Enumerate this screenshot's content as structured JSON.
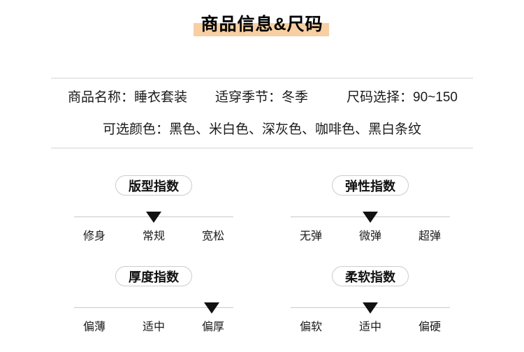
{
  "header": {
    "title": "商品信息&尺码",
    "highlight_color": "#F7CFA2"
  },
  "info": {
    "fields": [
      "商品名称：睡衣套装",
      "适穿季节：冬季",
      "尺码选择：90~150"
    ],
    "colors_line": "可选颜色：黑色、米白色、深灰色、咖啡色、黑白条纹"
  },
  "indices": [
    {
      "name": "版型指数",
      "options": [
        "修身",
        "常规",
        "宽松"
      ],
      "active": 1
    },
    {
      "name": "弹性指数",
      "options": [
        "无弹",
        "微弹",
        "超弹"
      ],
      "active": 1
    },
    {
      "name": "厚度指数",
      "options": [
        "偏薄",
        "适中",
        "偏厚"
      ],
      "active": 2
    },
    {
      "name": "柔软指数",
      "options": [
        "偏软",
        "适中",
        "偏硬"
      ],
      "active": 1
    }
  ],
  "colors": {
    "divider": "#e8e8e8",
    "scale_line": "#c8c8c8",
    "marker": "#111111",
    "badge_border": "#cccccc",
    "text": "#1a1a1a"
  }
}
